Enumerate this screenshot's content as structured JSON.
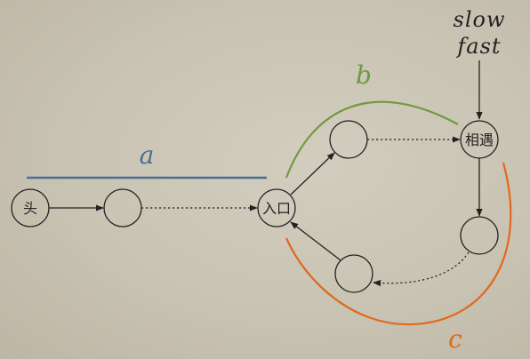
{
  "nodes": {
    "head": "头",
    "entrance": "入口",
    "meet": "相遇"
  },
  "segments": {
    "a": "a",
    "b": "b",
    "c": "c"
  },
  "pointers": {
    "slow": "slow",
    "fast": "fast"
  },
  "colors": {
    "a": "#4a6e94",
    "b": "#6f9a3e",
    "c": "#e0691e",
    "stroke": "#222222"
  }
}
